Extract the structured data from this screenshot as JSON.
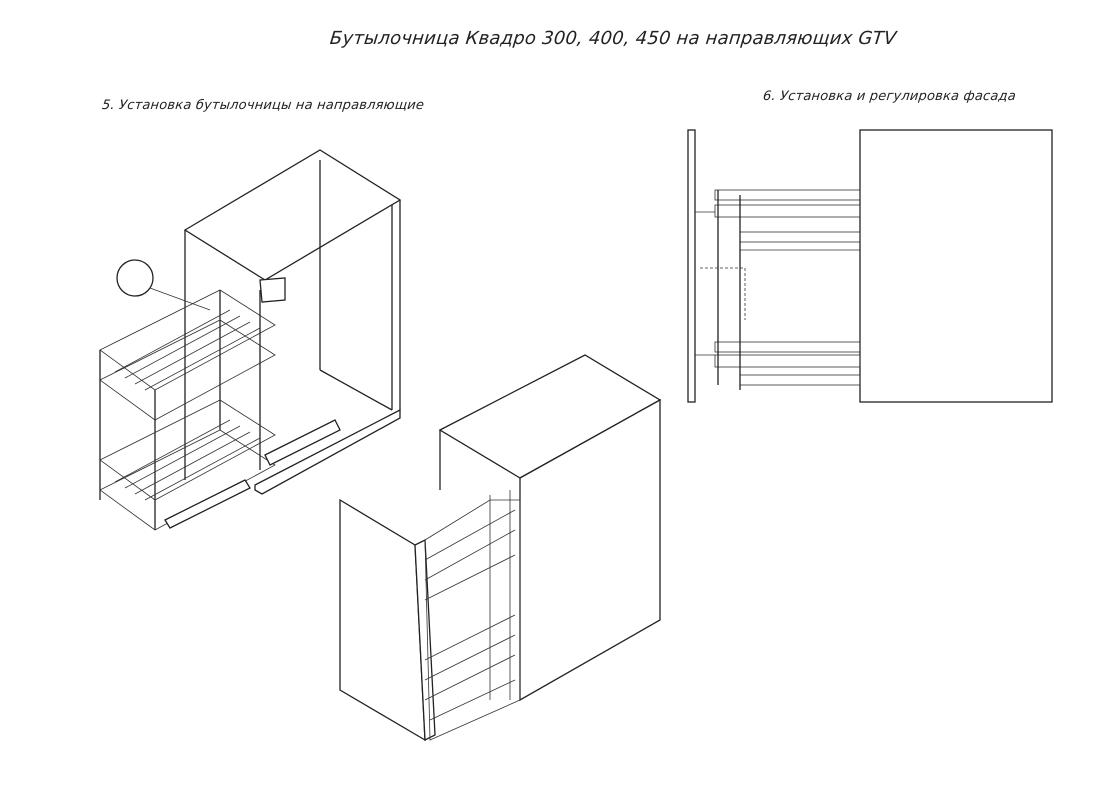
{
  "title": "Бутылочница Квадро 300, 400, 450 на направляющих GTV",
  "steps": [
    {
      "label": "5. Установка бутылочницы на направляющие"
    },
    {
      "label": "6. Установка и регулировка фасада"
    }
  ]
}
